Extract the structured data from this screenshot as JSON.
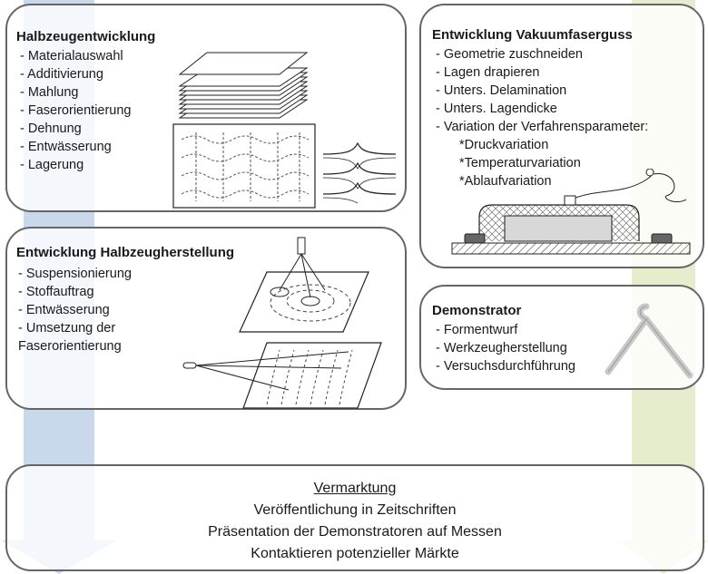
{
  "colors": {
    "left_arrow": "#c9d8ea",
    "right_arrow": "#e6edcc",
    "border": "#666666"
  },
  "halbzeugentwicklung": {
    "title": "Halbzeugentwicklung",
    "items": [
      "- Materialauswahl",
      "- Additivierung",
      "- Mahlung",
      "- Faserorientierung",
      "- Dehnung",
      "- Entwässerung",
      "- Lagerung"
    ]
  },
  "halbzeugherstellung": {
    "title": "Entwicklung Halbzeugherstellung",
    "items": [
      "- Suspensionierung",
      "- Stoffauftrag",
      "- Entwässerung",
      "- Umsetzung der",
      "Faserorientierung"
    ]
  },
  "vakuumfaserguss": {
    "title": "Entwicklung Vakuumfaserguss",
    "items": [
      "- Geometrie zuschneiden",
      "- Lagen drapieren",
      "- Unters. Delamination",
      "- Unters. Lagendicke",
      "- Variation der Verfahrensparameter:"
    ],
    "sub_items": [
      "*Druckvariation",
      "*Temperaturvariation",
      "*Ablaufvariation"
    ]
  },
  "demonstrator": {
    "title": "Demonstrator",
    "items": [
      "- Formentwurf",
      "- Werkzeugherstellung",
      "- Versuchsdurchführung"
    ]
  },
  "vermarktung": {
    "title": "Vermarktung",
    "lines": [
      "Veröffentlichung in Zeitschriften",
      "Präsentation der Demonstratoren auf Messen",
      "Kontaktieren potenzieller Märkte"
    ]
  }
}
